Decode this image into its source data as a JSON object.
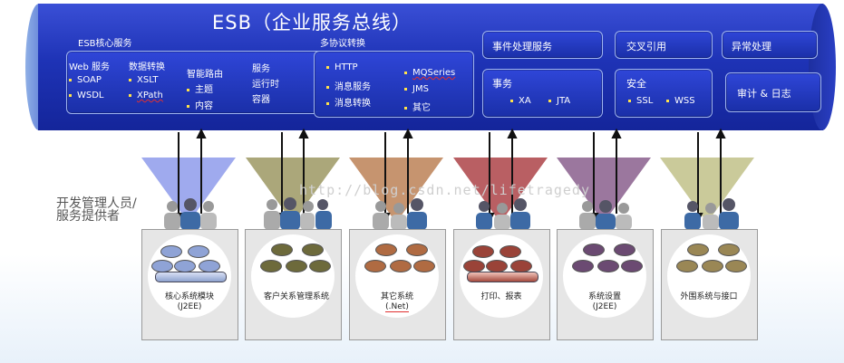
{
  "title": "ESB（企业服务总线）",
  "core": {
    "title": "ESB核心服务",
    "web": "Web 服务",
    "soap": "SOAP",
    "wsdl": "WSDL",
    "transform": "数据转换",
    "xslt": "XSLT",
    "xpath": "XPath",
    "routing": "智能路由",
    "topic": "主题",
    "content": "内容",
    "service": "服务",
    "runtime": "运行时",
    "container": "容器"
  },
  "proto": {
    "title": "多协议转换",
    "http": "HTTP",
    "msgsvc": "消息服务",
    "msgconv": "消息转换",
    "mq": "MQSeries",
    "jms": "JMS",
    "other": "其它"
  },
  "event": "事件处理服务",
  "tx": {
    "title": "事务",
    "xa": "XA",
    "jta": "JTA"
  },
  "xref": "交叉引用",
  "security": {
    "title": "安全",
    "ssl": "SSL",
    "wss": "WSS"
  },
  "exception": "异常处理",
  "audit": "审计 & 日志",
  "developers": [
    "开发管理人员/",
    "服务提供者"
  ],
  "watermark": "http://blog.csdn.net/lifetragedy",
  "systems": [
    {
      "name": "核心系统模块",
      "sub": "(J2EE)"
    },
    {
      "name": "客户关系管理系统",
      "sub": ""
    },
    {
      "name": "其它系统",
      "sub": "(.Net)"
    },
    {
      "name": "打印、报表",
      "sub": ""
    },
    {
      "name": "系统设置",
      "sub": "(J2EE)"
    },
    {
      "name": "外围系统与接口",
      "sub": ""
    }
  ],
  "colors": {
    "bus": "#1e33b6",
    "cone1": "#7f8ee8",
    "cone2": "#8f8a4e",
    "cone3": "#b3703f",
    "cone4": "#a7373c",
    "cone5": "#7a4a7d",
    "cone6": "#b8b878",
    "nodes1": "#7f93c8",
    "nodes2": "#6d6a3b",
    "nodes3": "#9a5a36",
    "nodes4": "#8d3a32",
    "nodes5": "#6b4a72",
    "nodes6": "#8e7c48"
  }
}
